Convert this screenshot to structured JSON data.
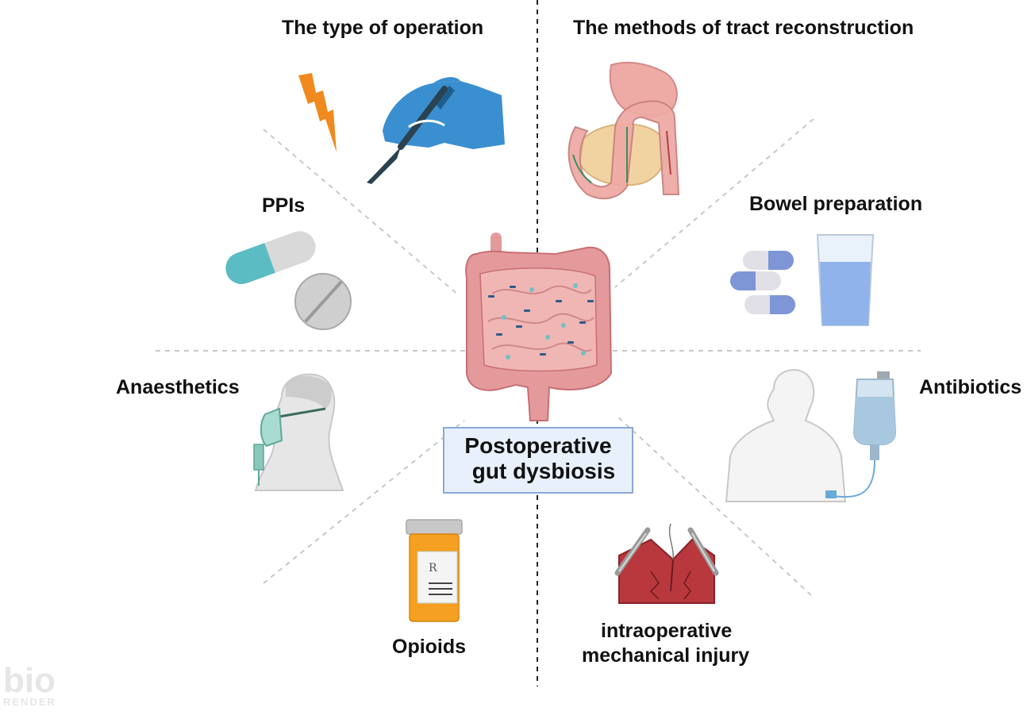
{
  "center": {
    "line1": "Postoperative",
    "line2": "gut dysbiosis"
  },
  "factors": {
    "operation_type": "The type of operation",
    "tract_reconstruction": "The methods of tract reconstruction",
    "ppis": "PPIs",
    "bowel_preparation": "Bowel preparation",
    "anaesthetics": "Anaesthetics",
    "antibiotics": "Antibiotics",
    "opioids": "Opioids",
    "mechanical_injury_line1": "intraoperative",
    "mechanical_injury_line2": "mechanical injury"
  },
  "watermark": {
    "main": "bio",
    "sub": "RENDER"
  },
  "colors": {
    "intestine": "#e49a9a",
    "intestine_dark": "#c86f74",
    "glove": "#3a8fd0",
    "lightning": "#f08a1e",
    "capsule_teal": "#5bbcc4",
    "capsule_blue": "#8aa3de",
    "water": "#7fa9e8",
    "pill_bottle": "#f5a020",
    "tissue": "#b8383e",
    "divider": "#cccccc"
  }
}
